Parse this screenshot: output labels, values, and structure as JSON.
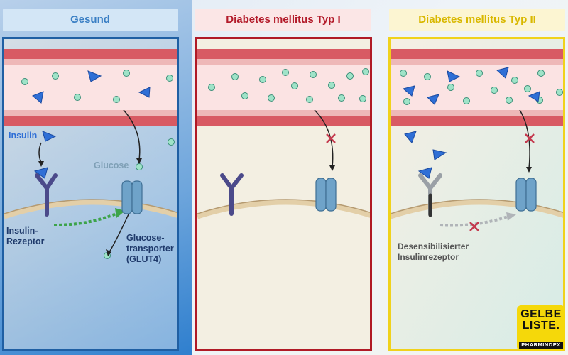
{
  "panels": [
    {
      "title": "Gesund",
      "title_color": "#3a7fc4",
      "border_color": "#1f5fa3",
      "title_bg": "#d3e6f6"
    },
    {
      "title": "Diabetes mellitus Typ I",
      "title_color": "#b31b2a",
      "border_color": "#b01a26",
      "title_bg": "#fbe6e6"
    },
    {
      "title": "Diabetes mellitus Typ II",
      "title_color": "#d9b800",
      "border_color": "#f0d21c",
      "title_bg": "#fcf5d2"
    }
  ],
  "labels": {
    "insulin": "Insulin",
    "glucose": "Glucose",
    "receptor_line1": "Insulin-",
    "receptor_line2": "Rezeptor",
    "transporter_line1": "Glucose-",
    "transporter_line2": "transporter",
    "transporter_line3": "(GLUT4)",
    "desens_line1": "Desensibilisierter",
    "desens_line2": "Insulinrezeptor"
  },
  "logo": {
    "line1": "GELBE",
    "line2": "LISTE.",
    "sub": "PHARMINDEX"
  },
  "colors": {
    "vessel": "#d85a63",
    "vessel_inner": "#fbe3e3",
    "membrane": "#e3cfa8",
    "glucose": "#9fe3c8",
    "insulin": "#2f6fd6",
    "transporter": "#6fa3c9",
    "receptor": "#4b4a8a",
    "receptor_desens": "#9aa0a6",
    "cross": "#c43a4e"
  }
}
